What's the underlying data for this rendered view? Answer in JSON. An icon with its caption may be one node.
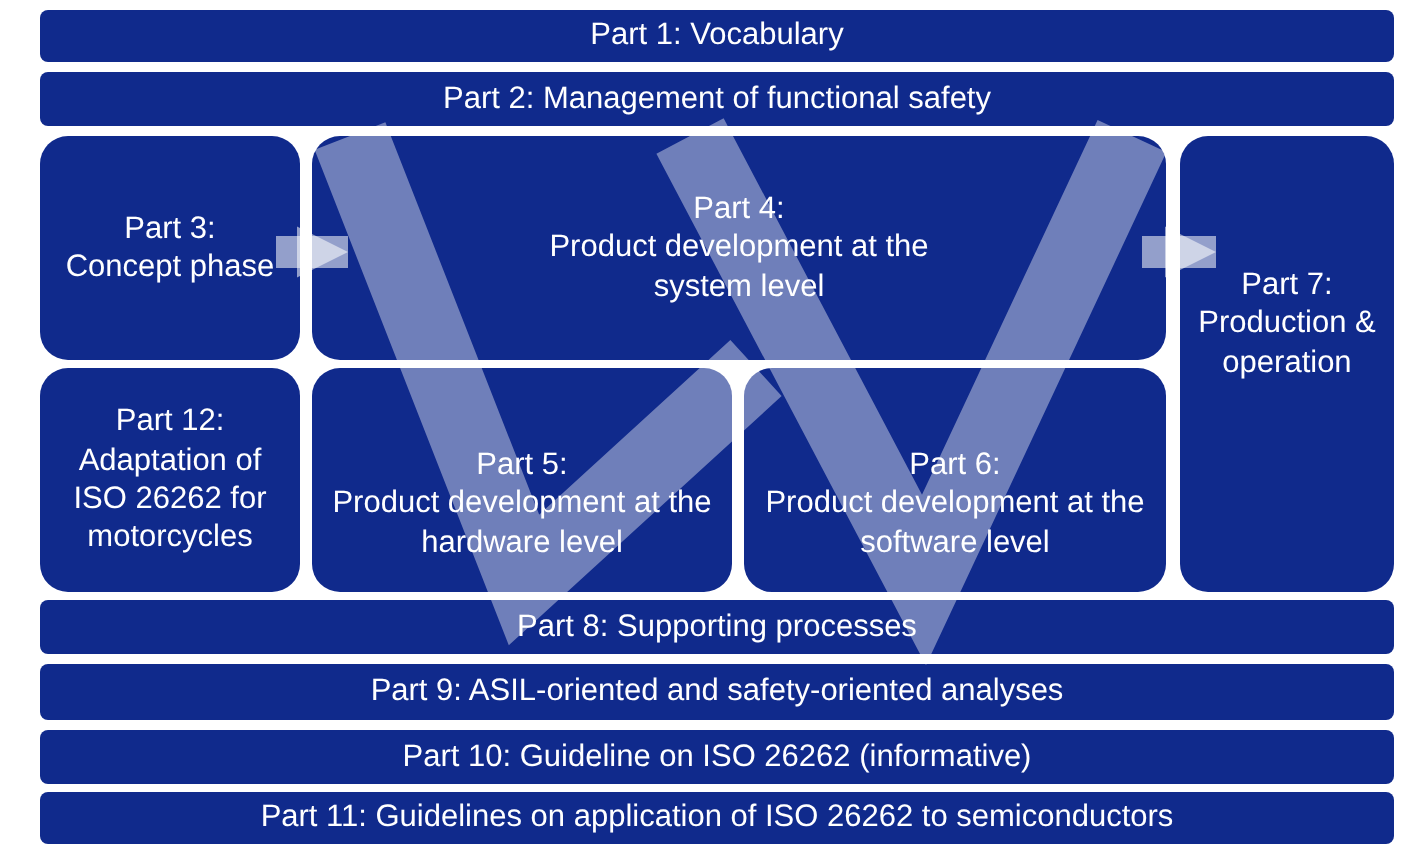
{
  "diagram": {
    "nodes": [
      {
        "text": [
          "Part 1: Vocabulary"
        ]
      },
      {
        "text": [
          "Part 2: Management of functional safety"
        ]
      },
      {
        "text": [
          "Part 3:",
          "Concept phase"
        ]
      },
      {
        "text": [
          "Part 4:",
          "Product development at the system level"
        ]
      },
      {
        "text": [
          "Part 7:",
          "Production & operation"
        ]
      },
      {
        "text": [
          "Part 12:",
          "Adaptation of ISO 26262 for motorcycles"
        ]
      },
      {
        "text": [
          "Part 5:",
          "Product development at the hardware level"
        ]
      },
      {
        "text": [
          "Part 6:",
          "Product development at the software level"
        ]
      },
      {
        "text": [
          "Part 8: Supporting processes"
        ]
      },
      {
        "text": [
          "Part 9: ASIL-oriented and safety-oriented analyses"
        ]
      },
      {
        "text": [
          "Part 10: Guideline on ISO 26262 (informative)"
        ]
      },
      {
        "text": [
          "Part 11: Guidelines on application of ISO 26262 to semiconductors"
        ]
      }
    ],
    "edges": [
      {
        "from": 2,
        "to": 3,
        "arrow": "to"
      },
      {
        "from": 3,
        "to": 4,
        "arrow": "to"
      }
    ]
  }
}
